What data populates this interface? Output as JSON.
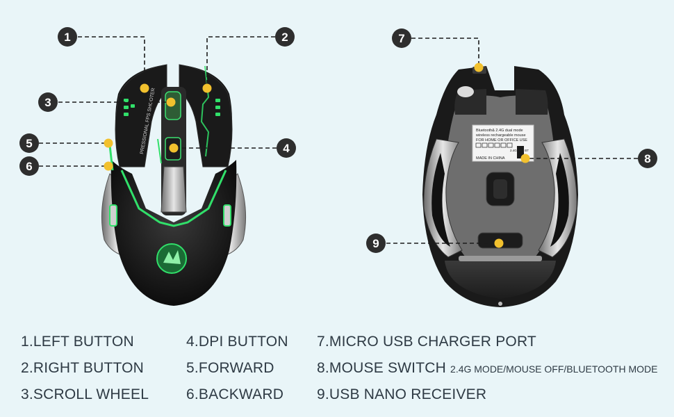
{
  "callouts": [
    "1",
    "2",
    "3",
    "4",
    "5",
    "6",
    "7",
    "8",
    "9"
  ],
  "mouse_top": {
    "side_print": "PRESSIONAL FPS SHOOTER"
  },
  "mouse_bottom": {
    "label_line1": "Bluetooth& 2.4G dual mode",
    "label_line2": "wireless rechargeable mouse",
    "label_line3": "FOR HOME OR OFFICE USE",
    "label_line4": "MADE IN CHINA",
    "switch_text": "2.4G OFF BT"
  },
  "legend": {
    "item1": "1.LEFT BUTTON",
    "item2": "2.RIGHT BUTTON",
    "item3": "3.SCROLL WHEEL",
    "item4": "4.DPI BUTTON",
    "item5": "5.FORWARD",
    "item6": "6.BACKWARD",
    "item7": "7.MICRO USB CHARGER PORT",
    "item8_main": "8.MOUSE SWITCH",
    "item8_sub": "2.4G MODE/MOUSE OFF/BLUETOOTH MODE",
    "item9": "9.USB NANO RECEIVER"
  },
  "colors": {
    "background": "#e9f5f8",
    "marker": "#f2c12e",
    "glow": "#31e06a",
    "callout_fill": "#2e2e2e",
    "text": "#2e3a44"
  }
}
